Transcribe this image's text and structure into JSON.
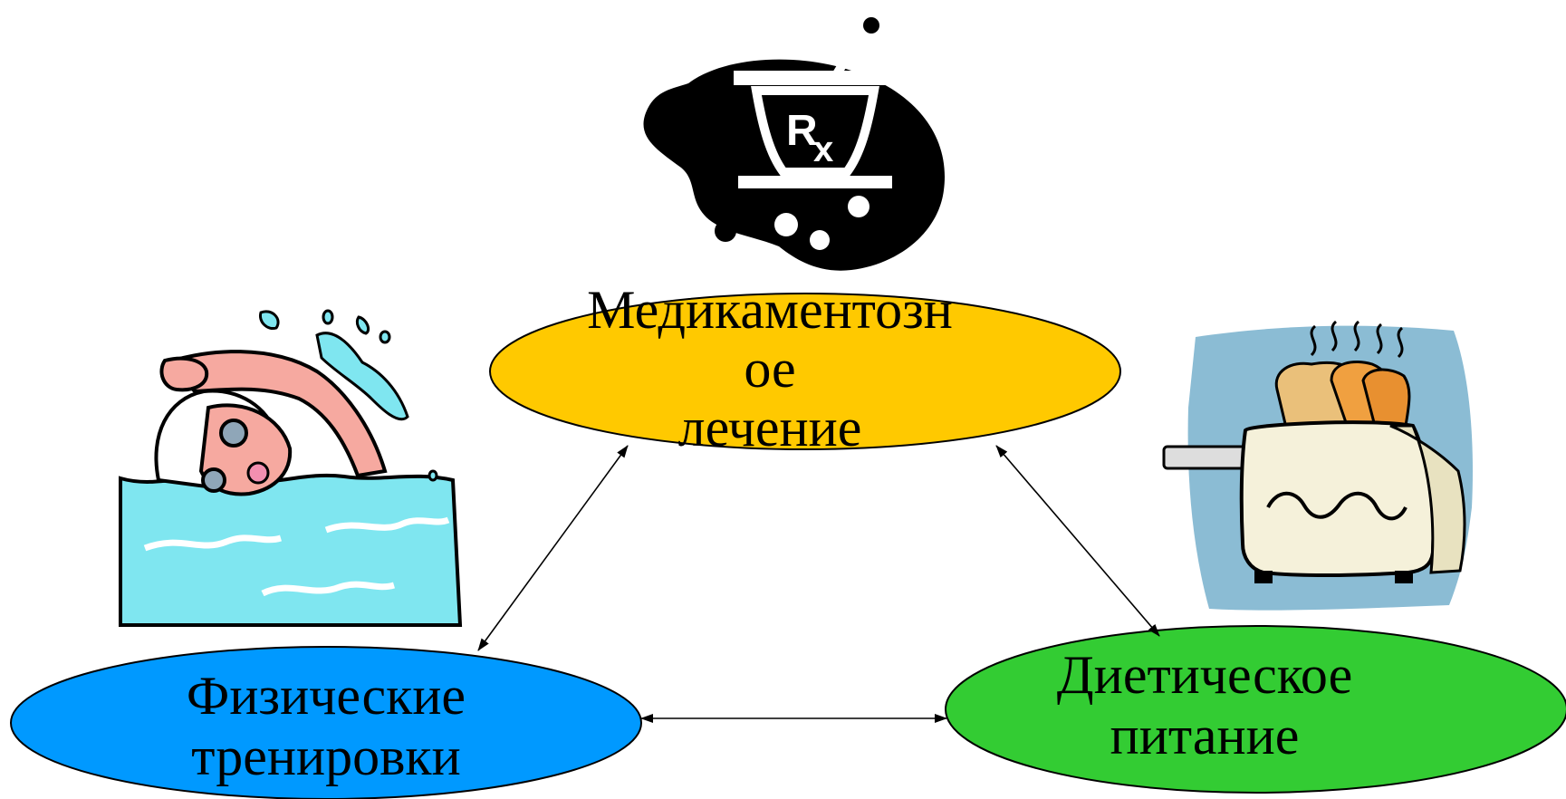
{
  "nodes": {
    "medication": {
      "label_lines": [
        "Медикаментозн",
        "ое",
        "лечение"
      ],
      "color": "#FFC900"
    },
    "exercise": {
      "label_lines": [
        "Физические",
        "тренировки"
      ],
      "color": "#0099FF"
    },
    "diet": {
      "label_lines": [
        "Диетическое",
        "питание"
      ],
      "color": "#33CC33"
    }
  },
  "edges": [
    {
      "from": "medication",
      "to": "exercise",
      "bidirectional": true
    },
    {
      "from": "medication",
      "to": "diet",
      "bidirectional": true
    },
    {
      "from": "exercise",
      "to": "diet",
      "bidirectional": true
    }
  ],
  "icons": [
    "rx-mortar-icon",
    "swimmer-icon",
    "toaster-icon"
  ]
}
